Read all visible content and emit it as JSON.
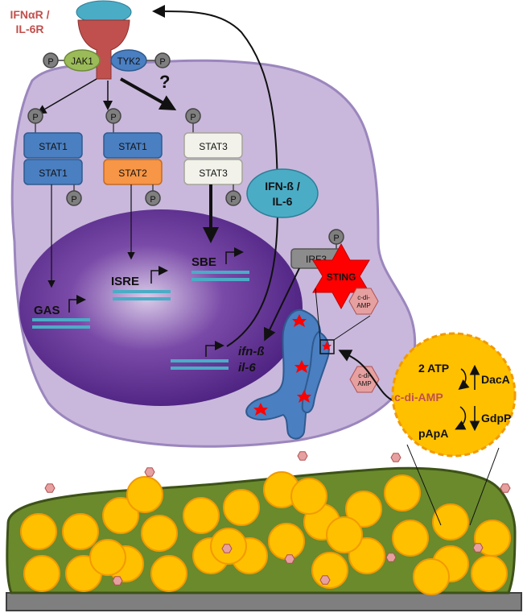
{
  "receptor": {
    "line1": "IFNαR /",
    "line2": "IL-6R",
    "color": "#c0504d"
  },
  "kinases": {
    "jak1": "JAK1",
    "tyk2": "TYK2",
    "phospho": "P"
  },
  "question_mark": "?",
  "stat_pairs": [
    {
      "top": "STAT1",
      "bottom": "STAT1",
      "top_color": "#4a7fc1",
      "bottom_color": "#4a7fc1"
    },
    {
      "top": "STAT1",
      "bottom": "STAT2",
      "top_color": "#4a7fc1",
      "bottom_color": "#f79646"
    },
    {
      "top": "STAT3",
      "bottom": "STAT3",
      "top_color": "#f2f2ea",
      "bottom_color": "#f2f2ea"
    }
  ],
  "cytokine": {
    "line1": "IFN-ß /",
    "line2": "IL-6",
    "color": "#4bacc6"
  },
  "promoters": {
    "gas": "GAS",
    "isre": "ISRE",
    "sbe": "SBE"
  },
  "genes": {
    "line1": "ifn-ß",
    "line2": "il-6"
  },
  "irf3": "IRF3",
  "sting": "STING",
  "cdiamp_small": {
    "line1": "c-di-",
    "line2": "AMP"
  },
  "bacterium": {
    "atp": "2 ATP",
    "daca": "DacA",
    "cdiamp": "c-di-AMP",
    "gdpp": "GdpP",
    "papa": "pApA",
    "cdiamp_color": "#c0504d"
  },
  "colors": {
    "cell": "#c9b8dc",
    "nucleus": "#5b2d8e",
    "er": "#4a7fc1",
    "biofilm": "#6a8a2c",
    "coccus": "#ffc000",
    "hexagon": "#e6a0a0"
  }
}
